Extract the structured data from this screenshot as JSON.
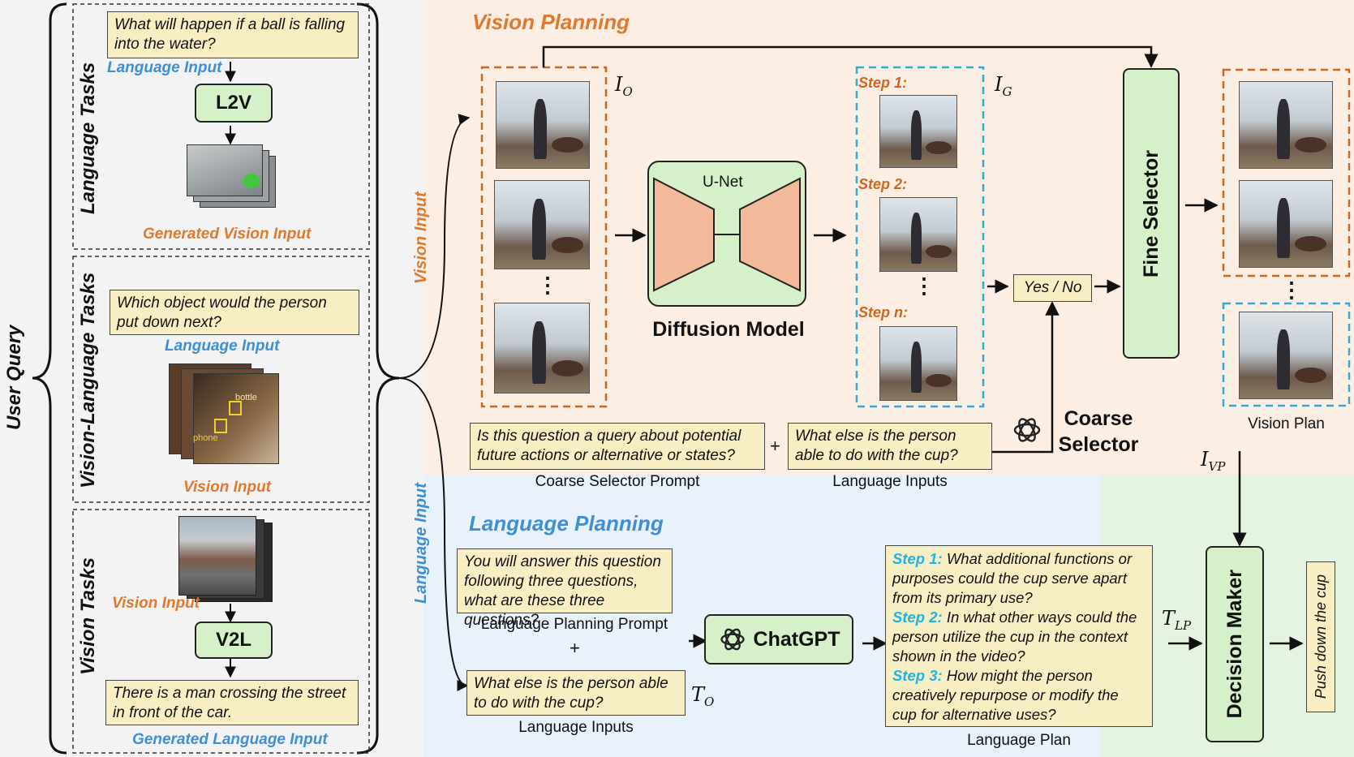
{
  "user_query": "User Query",
  "language_tasks": {
    "title": "Language Tasks",
    "question": "What will happen if a ball is falling into the water?",
    "input_label": "Language Input",
    "model": "L2V",
    "output_label": "Generated Vision Input"
  },
  "vl_tasks": {
    "title": "Vision-Language Tasks",
    "question": "Which object would the person put down next?",
    "input_label": "Language Input",
    "vision_label": "Vision Input",
    "tag_bottle": "bottle",
    "tag_phone": "phone"
  },
  "vision_tasks": {
    "title": "Vision Tasks",
    "vision_label": "Vision Input",
    "model": "V2L",
    "output": "There is a man crossing the street in front of the car.",
    "output_label": "Generated Language Input"
  },
  "branches": {
    "vision_input": "Vision Input",
    "language_input": "Language Input"
  },
  "vision_planning": {
    "title": "Vision Planning",
    "io_label": "I",
    "io_sub": "O",
    "ig_label": "I",
    "ig_sub": "G",
    "unet": "U-Net",
    "diffusion": "Diffusion Model",
    "steps": [
      "Step 1:",
      "Step 2:",
      "Step n:"
    ],
    "yesno": "Yes / No",
    "fine_selector": "Fine Selector",
    "coarse_selector": "Coarse Selector",
    "coarse_prompt": "Is this question a query about potential future actions or alternative or states?",
    "coarse_prompt_label": "Coarse Selector Prompt",
    "plus": "+",
    "language_inputs": "What else is the person able to do with the cup?",
    "language_inputs_label": "Language Inputs",
    "vision_plan": "Vision Plan",
    "ivp_label": "I",
    "ivp_sub": "VP",
    "ellipsis": "⋮"
  },
  "language_planning": {
    "title": "Language Planning",
    "prompt": "You will answer this question following three questions, what are these three questions?",
    "prompt_label": "Language Planning Prompt",
    "plus": "+",
    "inputs": "What else is the person able to do with the cup?",
    "inputs_label": "Language Inputs",
    "to_label": "T",
    "to_sub": "O",
    "chatgpt": "ChatGPT",
    "plan_steps": [
      {
        "label": "Step 1:",
        "text": " What additional functions or purposes could the cup serve apart from its primary use?"
      },
      {
        "label": "Step 2:",
        "text": " In what other ways could the person utilize the cup in the context shown in the video?"
      },
      {
        "label": "Step 3:",
        "text": " How might the person creatively repurpose or modify the cup for alternative uses?"
      }
    ],
    "plan_label": "Language Plan",
    "tlp_label": "T",
    "tlp_sub": "LP"
  },
  "decision": {
    "maker": "Decision Maker",
    "output": "Push down the cup"
  },
  "colors": {
    "vision_bg": "#fdeee3",
    "language_bg": "#e9f1fa",
    "decision_bg": "#e5f4e0",
    "orange": "#e0782e",
    "blue": "#3d8fd6",
    "cyan": "#1eb4e6"
  }
}
